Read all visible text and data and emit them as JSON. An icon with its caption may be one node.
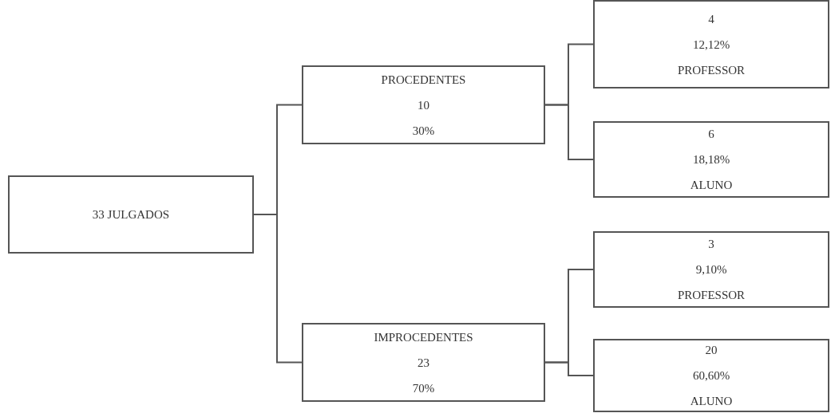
{
  "diagram": {
    "nodes": [
      {
        "text": [
          "33 JULGADOS"
        ]
      },
      {
        "text": [
          "PROCEDENTES",
          "10",
          "30%"
        ]
      },
      {
        "text": [
          "4",
          "12,12%",
          "PROFESSOR"
        ]
      },
      {
        "text": [
          "6",
          "18,18%",
          "ALUNO"
        ]
      },
      {
        "text": [
          "IMPROCEDENTES",
          "23",
          "70%"
        ]
      },
      {
        "text": [
          "3",
          "9,10%",
          "PROFESSOR"
        ]
      },
      {
        "text": [
          "20",
          "60,60%",
          "ALUNO"
        ]
      }
    ],
    "edges": [
      {
        "from": 0,
        "to": 1,
        "arrow": "none"
      },
      {
        "from": 0,
        "to": 4,
        "arrow": "none"
      },
      {
        "from": 1,
        "to": 2,
        "arrow": "none"
      },
      {
        "from": 1,
        "to": 3,
        "arrow": "none"
      },
      {
        "from": 4,
        "to": 5,
        "arrow": "none"
      },
      {
        "from": 4,
        "to": 6,
        "arrow": "none"
      }
    ]
  }
}
